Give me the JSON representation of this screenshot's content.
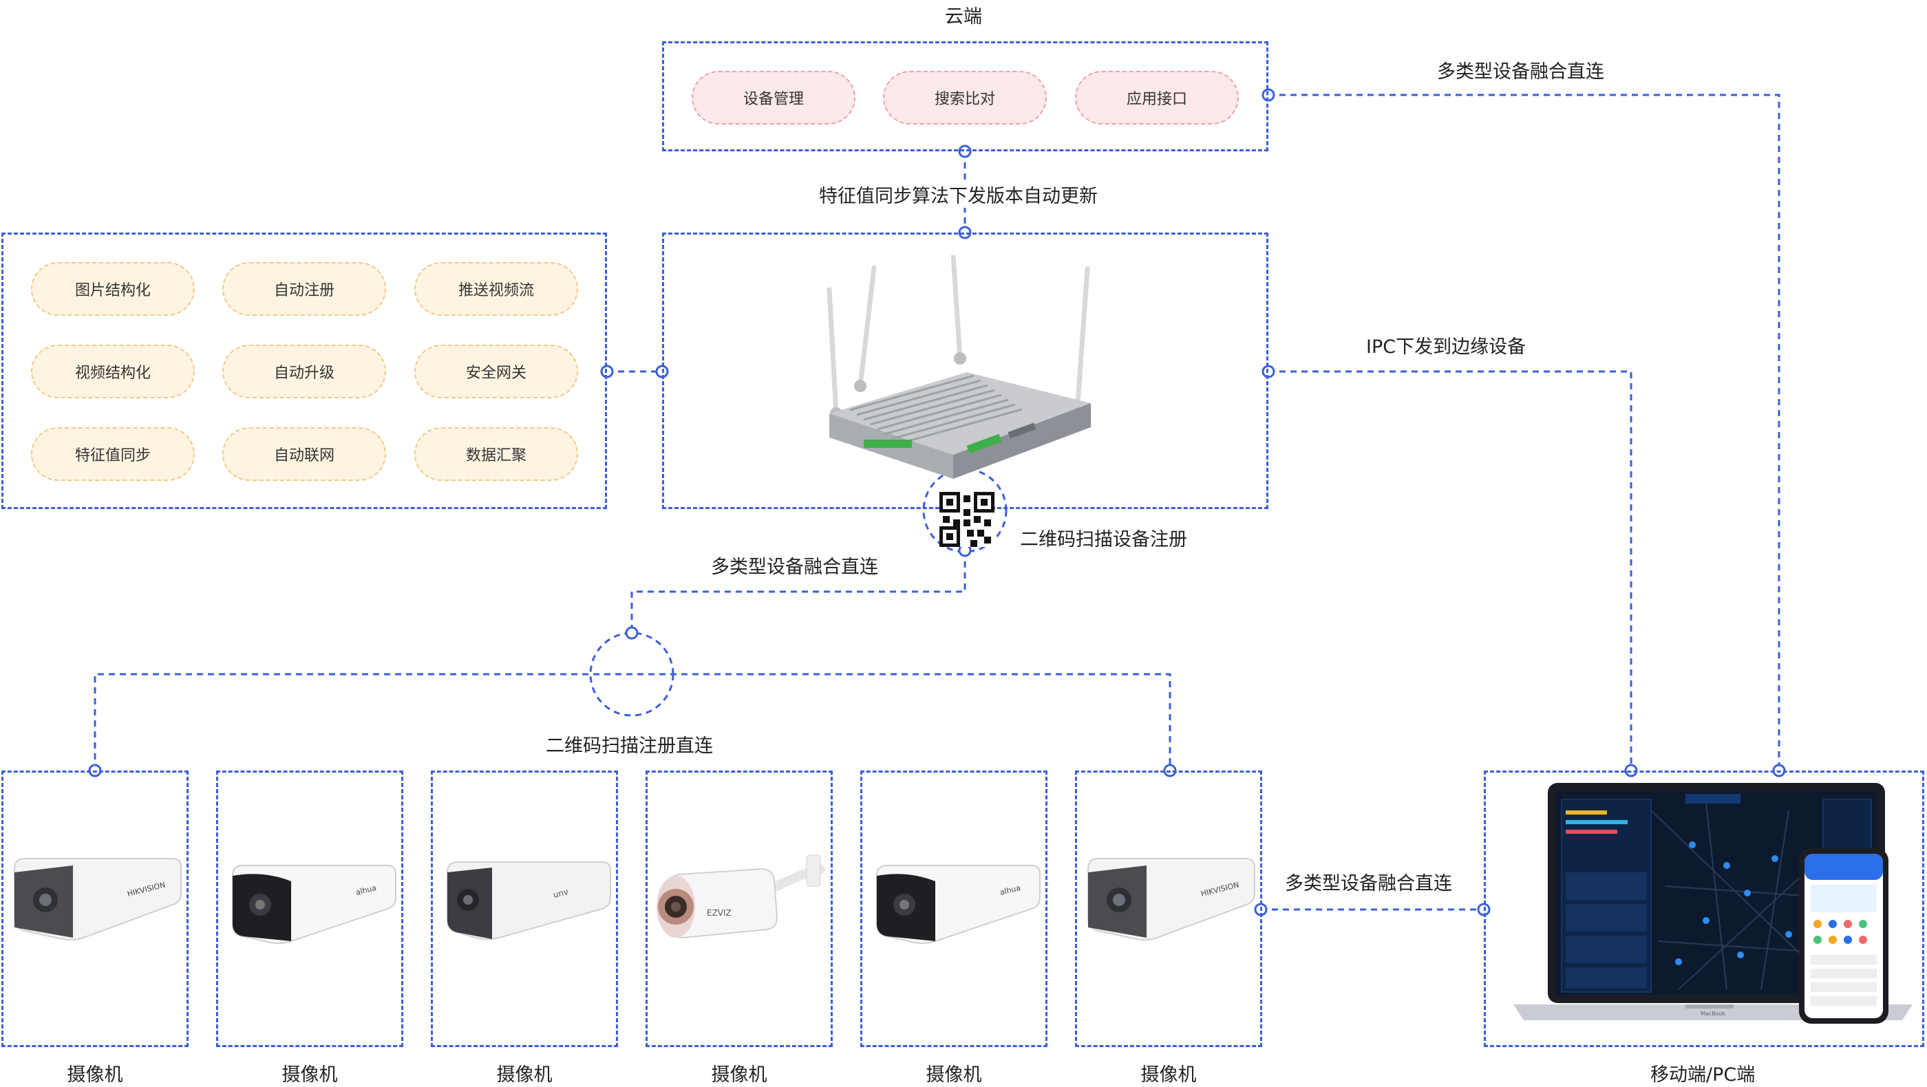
{
  "cloud": {
    "title": "云端",
    "pills": [
      "设备管理",
      "搜索比对",
      "应用接口"
    ]
  },
  "edge_features": [
    "图片结构化",
    "自动注册",
    "推送视频流",
    "视频结构化",
    "自动升级",
    "安全网关",
    "特征值同步",
    "自动联网",
    "数据汇聚"
  ],
  "links": {
    "cloud_to_mobile": "多类型设备融合直连",
    "cloud_to_edge": "特征值同步算法下发版本自动更新",
    "edge_to_mobile": "IPC下发到边缘设备",
    "qr_register": "二维码扫描设备注册",
    "edge_to_cameras": "多类型设备融合直连",
    "qr_direct": "二维码扫描注册直连",
    "cameras_to_mobile": "多类型设备融合直连"
  },
  "cameras": [
    {
      "label": "摄像机",
      "brand": "HIKVISION"
    },
    {
      "label": "摄像机",
      "brand": "alhua"
    },
    {
      "label": "摄像机",
      "brand": "unv"
    },
    {
      "label": "摄像机",
      "brand": "EZVIZ"
    },
    {
      "label": "摄像机",
      "brand": "alhua"
    },
    {
      "label": "摄像机",
      "brand": "HIKVISION"
    }
  ],
  "mobile": {
    "label": "移动端/PC端",
    "laptop_brand": "MacBook"
  },
  "colors": {
    "dashed_line": "#3b5fd9",
    "pill_pink": "#fde8ea",
    "pill_yellow": "#fff4e2"
  }
}
